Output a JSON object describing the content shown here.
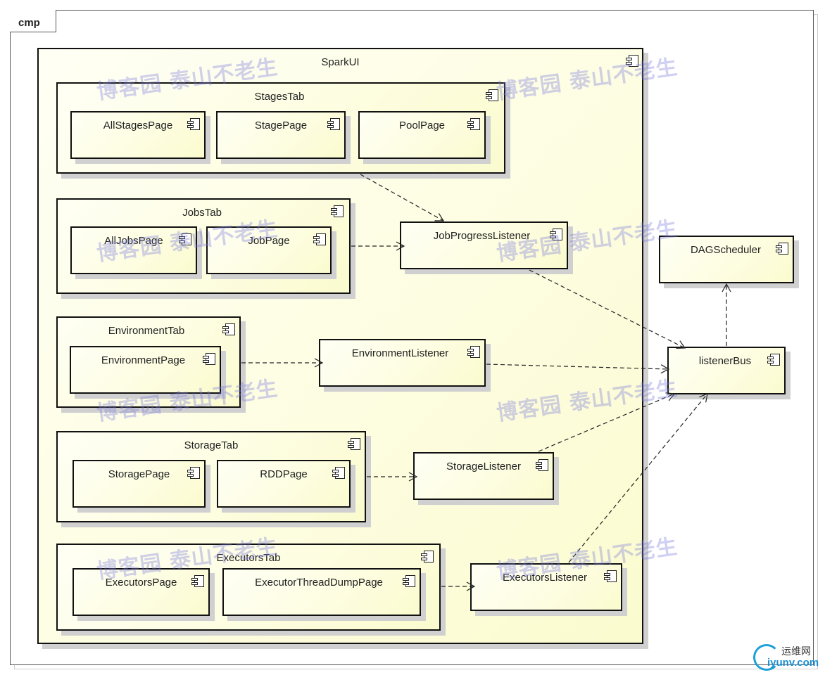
{
  "frame": {
    "label": "cmp"
  },
  "components": {
    "sparkui": "SparkUI",
    "stages_tab": "StagesTab",
    "all_stages_page": "AllStagesPage",
    "stage_page": "StagePage",
    "pool_page": "PoolPage",
    "jobs_tab": "JobsTab",
    "all_jobs_page": "AllJobsPage",
    "job_page": "JobPage",
    "environment_tab": "EnvironmentTab",
    "environment_page": "EnvironmentPage",
    "storage_tab": "StorageTab",
    "storage_page": "StoragePage",
    "rdd_page": "RDDPage",
    "executors_tab": "ExecutorsTab",
    "executors_page": "ExecutorsPage",
    "executor_thread_dump_page": "ExecutorThreadDumpPage",
    "job_progress_listener": "JobProgressListener",
    "environment_listener": "EnvironmentListener",
    "storage_listener": "StorageListener",
    "executors_listener": "ExecutorsListener",
    "dag_scheduler": "DAGScheduler",
    "listener_bus": "listenerBus"
  },
  "dependencies": [
    {
      "from": "StagesTab",
      "to": "JobProgressListener"
    },
    {
      "from": "JobsTab",
      "to": "JobProgressListener"
    },
    {
      "from": "EnvironmentTab",
      "to": "EnvironmentListener"
    },
    {
      "from": "StorageTab",
      "to": "StorageListener"
    },
    {
      "from": "ExecutorsTab",
      "to": "ExecutorsListener"
    },
    {
      "from": "JobProgressListener",
      "to": "listenerBus"
    },
    {
      "from": "EnvironmentListener",
      "to": "listenerBus"
    },
    {
      "from": "StorageListener",
      "to": "listenerBus"
    },
    {
      "from": "ExecutorsListener",
      "to": "listenerBus"
    },
    {
      "from": "listenerBus",
      "to": "DAGScheduler"
    }
  ],
  "watermark": "博客园 泰山不老生",
  "logo": {
    "top": "运维网",
    "bottom": "iyunv.com"
  },
  "colors": {
    "box_fill": "#fdfde0",
    "border": "#111111",
    "watermark": "#7878dc",
    "logo": "#1c8fd0"
  }
}
